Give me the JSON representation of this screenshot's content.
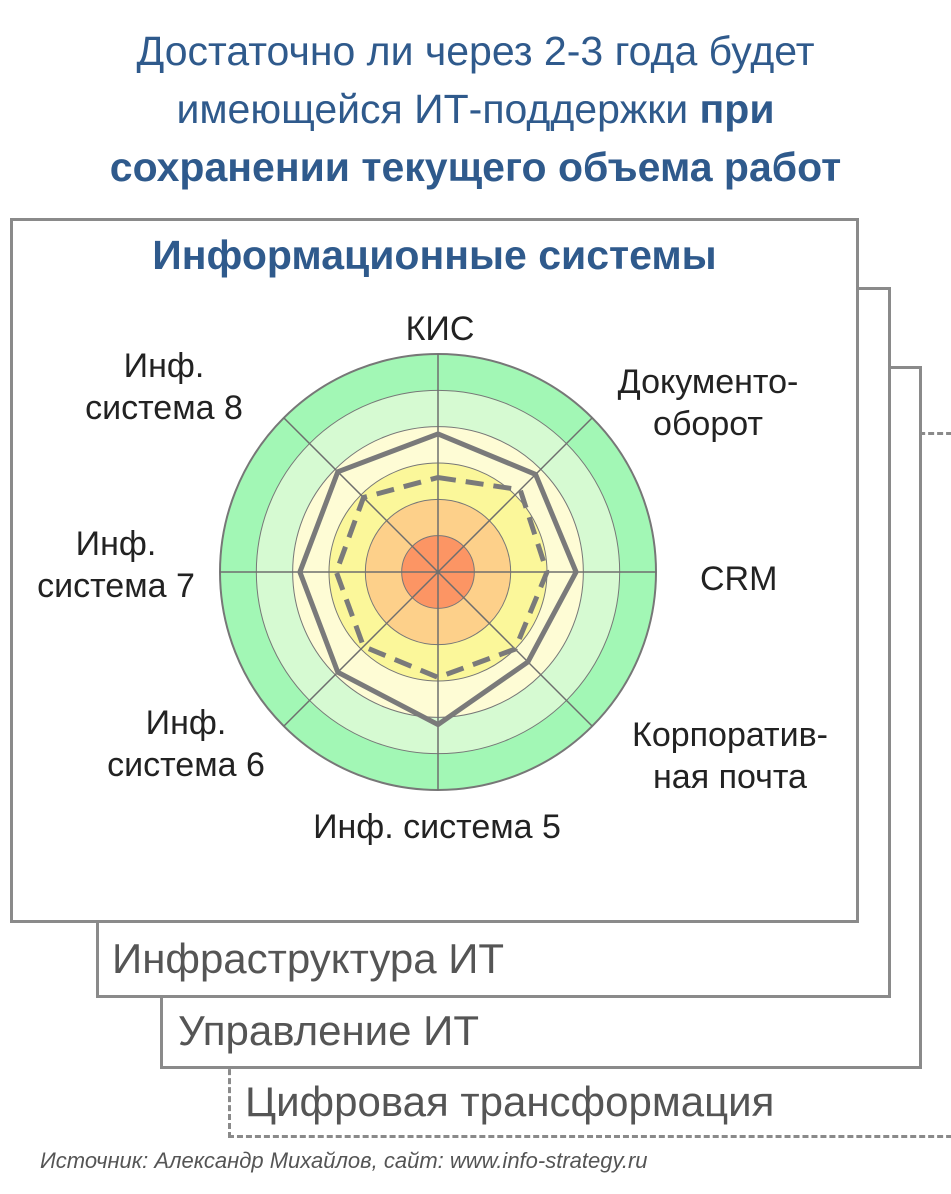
{
  "title": {
    "line1": "Достаточно ли через 2-3 года будет",
    "line2_normal": "имеющейся ИТ-поддержки ",
    "line2_bold": "при",
    "line3_bold": "сохранении текущего объема работ"
  },
  "cards": {
    "main_title": "Информационные системы",
    "infrastructure": "Инфраструктура ИТ",
    "management": "Управление ИТ",
    "digital": "Цифровая трансформация"
  },
  "source": "Источник: Александр Михайлов, сайт: www.info-strategy.ru",
  "colors": {
    "title": "#2f5a8c",
    "ring_outer": "#a2f7b5",
    "ring_green_light": "#d6fad2",
    "ring_cream": "#fefcd5",
    "ring_yellow": "#fbf79a",
    "ring_peach": "#fdd08a",
    "ring_center": "#fc9564",
    "series_line": "#7a7a7a"
  },
  "chart_data": {
    "type": "radar",
    "levels": 6,
    "range": [
      0,
      6
    ],
    "axes": [
      {
        "label": [
          "КИС"
        ]
      },
      {
        "label": [
          "Документо-",
          "оборот"
        ]
      },
      {
        "label": [
          "CRM"
        ]
      },
      {
        "label": [
          "Корпоратив-",
          "ная почта"
        ]
      },
      {
        "label": [
          "Инф. система 5"
        ]
      },
      {
        "label": [
          "Инф.",
          "система 6"
        ]
      },
      {
        "label": [
          "Инф.",
          "система 7"
        ]
      },
      {
        "label": [
          "Инф.",
          "система 8"
        ]
      }
    ],
    "series": [
      {
        "style": "solid",
        "values": [
          3.8,
          3.8,
          3.8,
          3.5,
          4.2,
          3.9,
          3.8,
          3.9
        ]
      },
      {
        "style": "dashed",
        "values": [
          2.6,
          3.2,
          3.0,
          3.0,
          2.9,
          2.9,
          2.8,
          2.9
        ]
      }
    ]
  }
}
